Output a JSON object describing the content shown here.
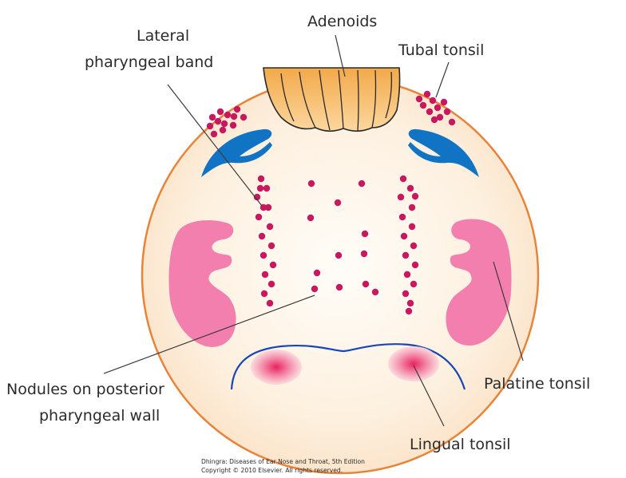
{
  "labels": {
    "adenoids": "Adenoids",
    "lateral_band_line1": "Lateral",
    "lateral_band_line2": "pharyngeal band",
    "tubal_tonsil": "Tubal tonsil",
    "palatine_tonsil": "Palatine tonsil",
    "nodules_line1": "Nodules on posterior",
    "nodules_line2": "pharyngeal wall",
    "lingual_tonsil": "Lingual tonsil"
  },
  "caption": {
    "line1": "Dhingra: Diseases of Ear Nose and Throat, 5th Edition",
    "line2": "Copyright © 2010 Elsevier. All rights reserved."
  },
  "colors": {
    "circle_fill": "#fdebd6",
    "circle_outline": "#e8843a",
    "adenoid_fill": "#f6bd6e",
    "torus_blue": "#1173c3",
    "dot_color": "#c8185f",
    "palatine_fill": "#f27fad",
    "lingual_glow": "#e8245e",
    "tongue_line": "#1846b8"
  }
}
